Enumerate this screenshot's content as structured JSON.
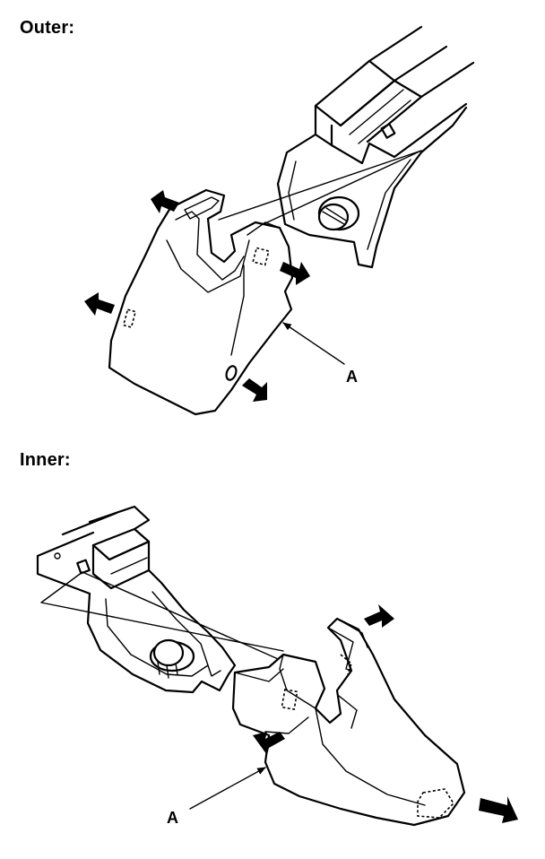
{
  "sections": [
    {
      "heading": "Outer:",
      "part_label": "A"
    },
    {
      "heading": "Inner:",
      "part_label": "A"
    }
  ],
  "colors": {
    "ink": "#000000",
    "background": "#ffffff"
  }
}
